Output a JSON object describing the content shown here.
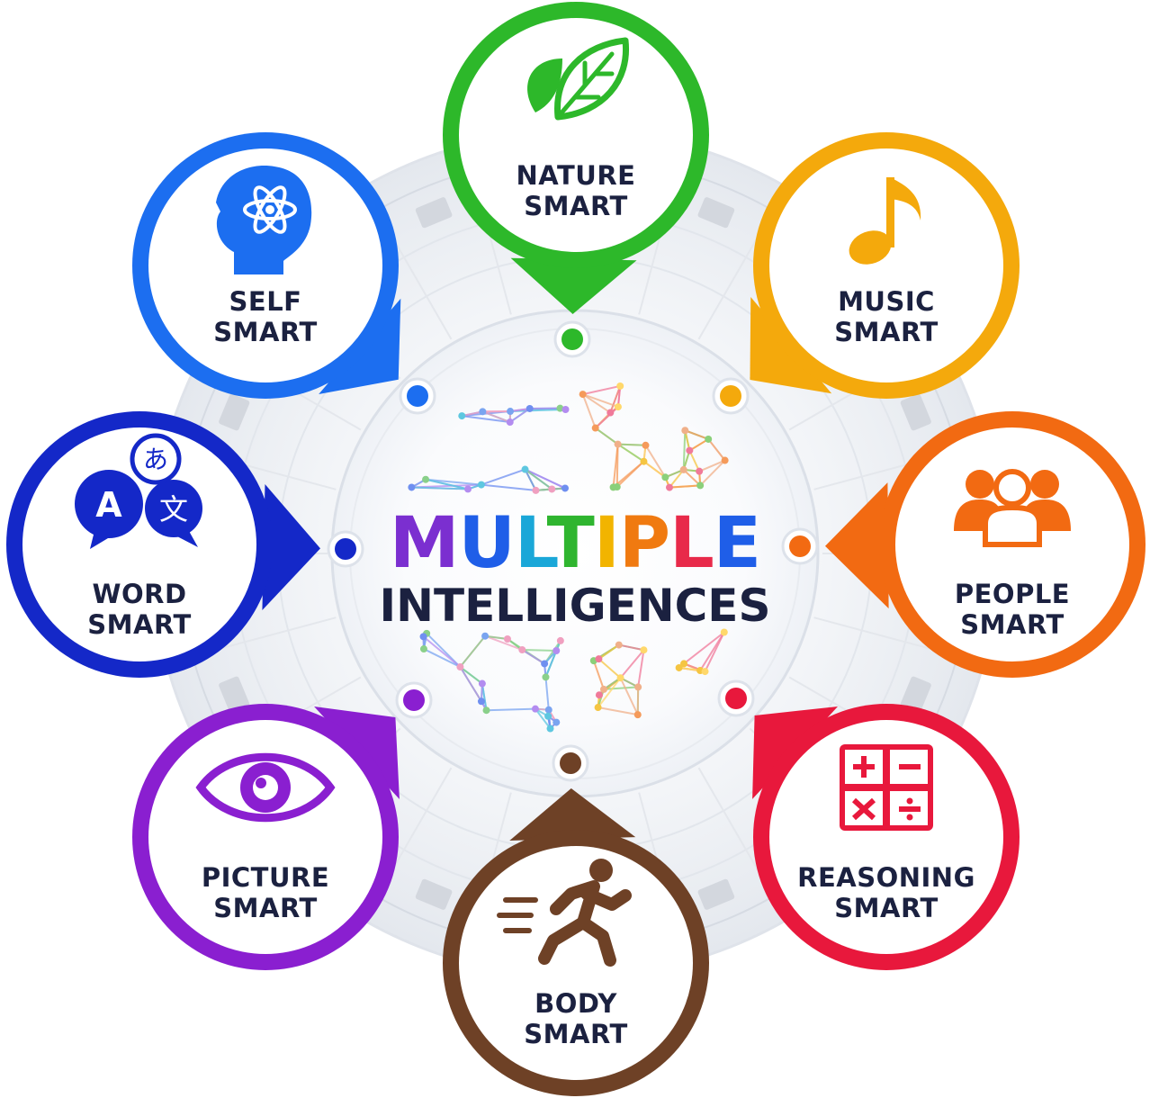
{
  "title": {
    "line1_letters": [
      {
        "ch": "M",
        "color": "#7b2fd0"
      },
      {
        "ch": "U",
        "color": "#1f5ee8"
      },
      {
        "ch": "L",
        "color": "#1aa7d8"
      },
      {
        "ch": "T",
        "color": "#2fb52f"
      },
      {
        "ch": "I",
        "color": "#f2b400"
      },
      {
        "ch": "P",
        "color": "#f07a10"
      },
      {
        "ch": "L",
        "color": "#e82a4a"
      },
      {
        "ch": "E",
        "color": "#1f5ee8"
      }
    ],
    "line2": "INTELLIGENCES"
  },
  "nodes": [
    {
      "id": "nature",
      "line1": "NATURE",
      "line2": "SMART",
      "color": "#2db82a",
      "icon": "leaf-icon"
    },
    {
      "id": "music",
      "line1": "MUSIC",
      "line2": "SMART",
      "color": "#f4a90c",
      "icon": "music-note-icon"
    },
    {
      "id": "people",
      "line1": "PEOPLE",
      "line2": "SMART",
      "color": "#f26a12",
      "icon": "people-icon"
    },
    {
      "id": "reasoning",
      "line1": "REASONING",
      "line2": "SMART",
      "color": "#e8183c",
      "icon": "calculator-icon"
    },
    {
      "id": "body",
      "line1": "BODY",
      "line2": "SMART",
      "color": "#6e4126",
      "icon": "running-person-icon"
    },
    {
      "id": "picture",
      "line1": "PICTURE",
      "line2": "SMART",
      "color": "#8a1fd0",
      "icon": "eye-icon"
    },
    {
      "id": "word",
      "line1": "WORD",
      "line2": "SMART",
      "color": "#1428c8",
      "icon": "translate-icon"
    },
    {
      "id": "self",
      "line1": "SELF",
      "line2": "SMART",
      "color": "#1c6ef0",
      "icon": "head-atom-icon"
    }
  ],
  "icon_glyphs": {
    "word_a": "A",
    "word_kana": "あ",
    "word_kanji": "文"
  }
}
